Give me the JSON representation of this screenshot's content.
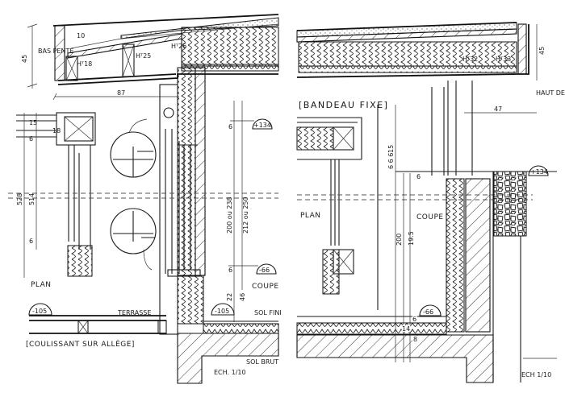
{
  "left_sheet": {
    "roof": {
      "height_dim": "45",
      "low_slope": "BAS PENTE",
      "ht_18": "Hᵀ18",
      "ht_25": "Hᵀ25",
      "ht_26": "Hᵀ26",
      "slope_dim": "10",
      "overhang_dim": "87"
    },
    "plan_label": "PLAN",
    "section_label": "COUPE",
    "plan_dims": {
      "total": "528",
      "inner": "514",
      "d15": "15",
      "d6a": "6",
      "d6b": "6",
      "d18": "18"
    },
    "elevation_top": "+134",
    "elevation_floor": "-66",
    "elevation_terrace_left": "-105",
    "elevation_terrace_right": "-105",
    "terrace_label": "TERRASSE",
    "finished_floor": "SOL FINI",
    "rough_floor": "SOL BRUT",
    "height_dims": {
      "a": "200 ou 238",
      "b": "212 ou 250",
      "c": "22",
      "d": "46",
      "e": "6",
      "f": "6"
    },
    "title": "[COULISSANT SUR ALLÈGE]",
    "scale": "ECH. 1/10"
  },
  "right_sheet": {
    "roof": {
      "height_dim": "45",
      "high_slope": "HAUT DE PENTE",
      "ht_32": "Hᵀ32",
      "ht_33": "Hᵀ33"
    },
    "title": "[BANDEAU FIXE]",
    "overhang_dim": "47",
    "elevation_top": "+134",
    "elevation_floor": "-66",
    "plan_label": "PLAN",
    "section_label": "COUPE",
    "dims": {
      "d15": "15",
      "d666": "6 6 6",
      "d6": "6",
      "d200": "200",
      "d195": "19.5",
      "d14": "14",
      "d6b": "6",
      "d8": "8"
    },
    "scale": "ECH 1/10"
  }
}
